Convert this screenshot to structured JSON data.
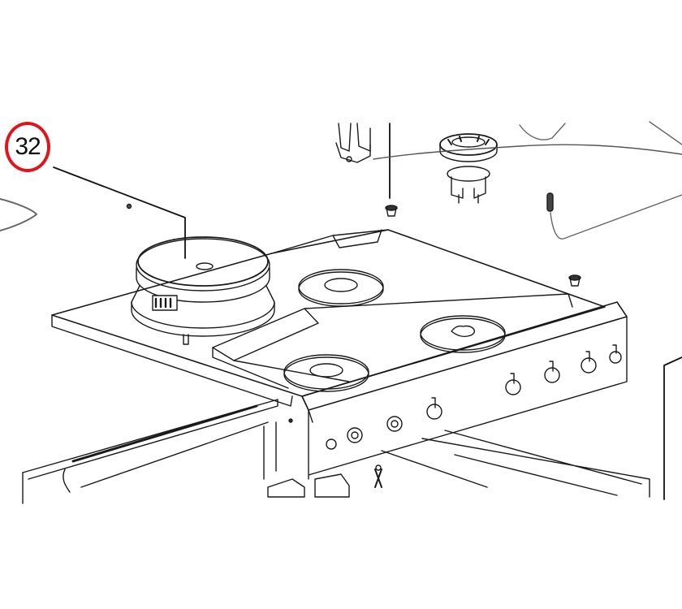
{
  "diagram": {
    "type": "exploded-parts-diagram",
    "subject": "gas/electric cooktop assembly",
    "callouts": [
      {
        "number": "32",
        "highlighted": true,
        "highlight_color": "#e0141c",
        "points_to": "electric hotplate"
      }
    ],
    "parts": [
      "electric hotplate",
      "cooktop panel",
      "burner seat (left rear)",
      "burner seat (left front)",
      "burner seat (right)",
      "control panel with knob shafts",
      "gas burner cap",
      "burner base",
      "spark ignitor",
      "thermocouple",
      "grommet",
      "wiring harness",
      "lower chassis",
      "gas valve assembly"
    ],
    "colors": {
      "line": "#1a1a1a",
      "background": "#ffffff",
      "callout_ring": "#e0141c"
    }
  }
}
